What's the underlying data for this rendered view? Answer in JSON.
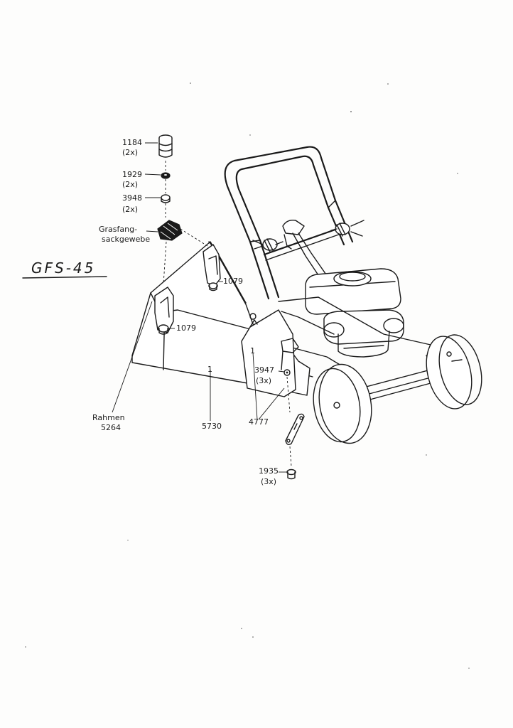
{
  "model": "GFS-45",
  "parts": {
    "p1184": {
      "number": "1184",
      "qty": "(2x)"
    },
    "p1929": {
      "number": "1929",
      "qty": "(2x)"
    },
    "p3948": {
      "number": "3948",
      "qty": "(2x)"
    },
    "grasfang": {
      "line1": "Grasfang-",
      "line2": "sackgewebe"
    },
    "p1079a": {
      "number": "1079"
    },
    "p1079b": {
      "number": "1079"
    },
    "p3947": {
      "number": "3947",
      "qty": "(3x)"
    },
    "p4777": {
      "number": "4777"
    },
    "p5730": {
      "number": "5730"
    },
    "rahmen": {
      "name": "Rahmen",
      "number": "5264"
    },
    "p1935": {
      "number": "1935",
      "qty": "(3x)"
    },
    "index1": "1",
    "index2": "1"
  }
}
